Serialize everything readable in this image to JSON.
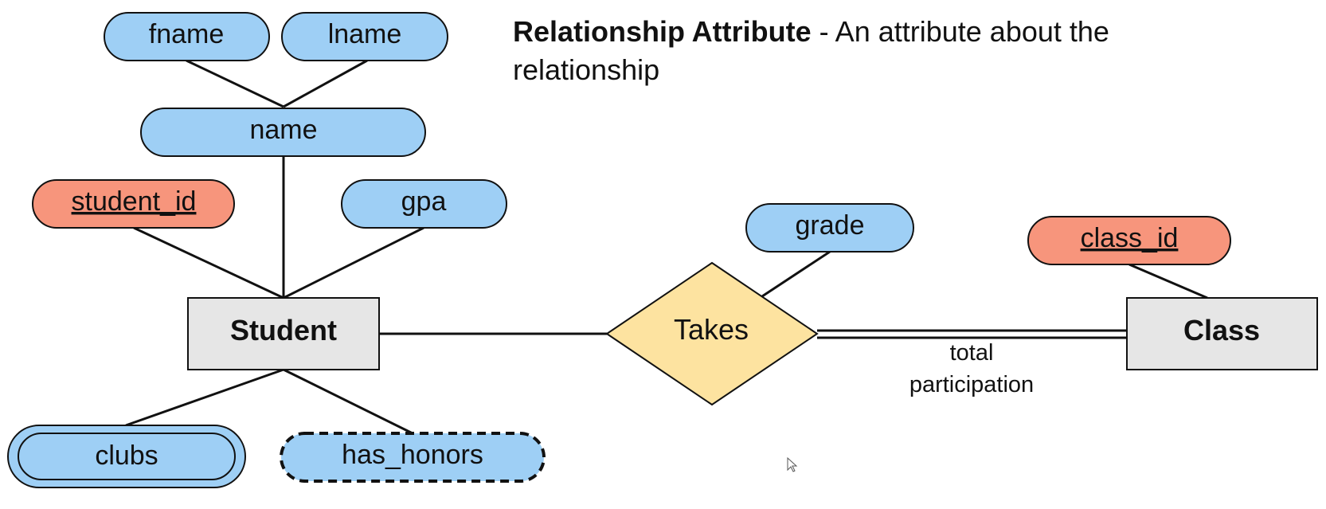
{
  "title": {
    "bold": "Relationship Attribute",
    "rest": " - An attribute about the relationship"
  },
  "entities": {
    "student": "Student",
    "class": "Class"
  },
  "relationship": {
    "takes": "Takes"
  },
  "attributes": {
    "fname": "fname",
    "lname": "lname",
    "name": "name",
    "student_id": "student_id",
    "gpa": "gpa",
    "clubs": "clubs",
    "has_honors": "has_honors",
    "grade": "grade",
    "class_id": "class_id"
  },
  "annotation": {
    "line1": "total",
    "line2": "participation"
  },
  "colors": {
    "attribute_fill": "#9ecff5",
    "key_attribute_fill": "#f7957c",
    "entity_fill": "#e6e6e6",
    "relationship_fill": "#fde3a0",
    "stroke": "#111111"
  }
}
